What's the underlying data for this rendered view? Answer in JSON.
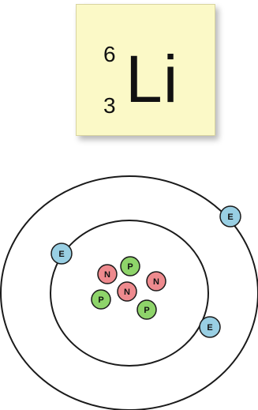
{
  "element": {
    "mass_number": "6",
    "atomic_number": "3",
    "symbol": "Li"
  },
  "atom": {
    "colors": {
      "proton": "#8ed46a",
      "neutron": "#ee8a8e",
      "electron": "#99cfe3",
      "outline": "#1a1a1a"
    },
    "nucleus": [
      {
        "type": "neutron",
        "label": "N"
      },
      {
        "type": "proton",
        "label": "P"
      },
      {
        "type": "neutron",
        "label": "N"
      },
      {
        "type": "proton",
        "label": "P"
      },
      {
        "type": "neutron",
        "label": "N"
      },
      {
        "type": "proton",
        "label": "P"
      }
    ],
    "electrons": [
      {
        "label": "E",
        "shell": 1
      },
      {
        "label": "E",
        "shell": 1
      },
      {
        "label": "E",
        "shell": 2
      }
    ]
  }
}
